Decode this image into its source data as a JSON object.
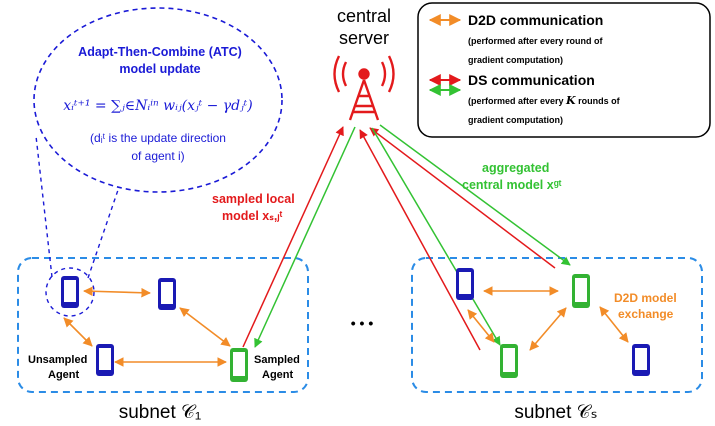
{
  "server": {
    "line1": "central",
    "line2": "server"
  },
  "legend": {
    "d2d_title": "D2D communication",
    "d2d_note1": "(performed after every round of",
    "d2d_note2": "gradient computation)",
    "ds_title": "DS communication",
    "ds_note1a": "(performed after every ",
    "ds_note1k": "K",
    "ds_note1b": " rounds of",
    "ds_note2": "gradient computation)"
  },
  "atc": {
    "title1": "Adapt-Then-Combine (ATC)",
    "title2": "model update",
    "formula": "xᵢᵗ⁺¹ = ∑ⱼ∈Nᵢⁱⁿ wᵢⱼ(xⱼᵗ − γdⱼᵗ)",
    "note1": "(dᵢᵗ is the update direction",
    "note2": "of agent i)"
  },
  "labels": {
    "sampled_local1": "sampled local",
    "sampled_local2": "model xₛ,ⱼᵗ",
    "aggregated1": "aggregated",
    "aggregated2": "central model xᵍᵗ",
    "unsampled1": "Unsampled",
    "unsampled2": "Agent",
    "sampled1": "Sampled",
    "sampled2": "Agent",
    "d2d_exchange1": "D2D model",
    "d2d_exchange2": "exchange",
    "ellipsis": "• • •",
    "subnet1": "subnet 𝒞₁",
    "subnetS": "subnet 𝒞ₛ"
  },
  "colors": {
    "d2d": "#f28c28",
    "ds_up": "#e31a1c",
    "ds_down": "#33c233",
    "atc": "#1a1ad6",
    "subnet": "#2b8ce6",
    "phone_blue": "#1a1ab4",
    "phone_green": "#33b233"
  }
}
